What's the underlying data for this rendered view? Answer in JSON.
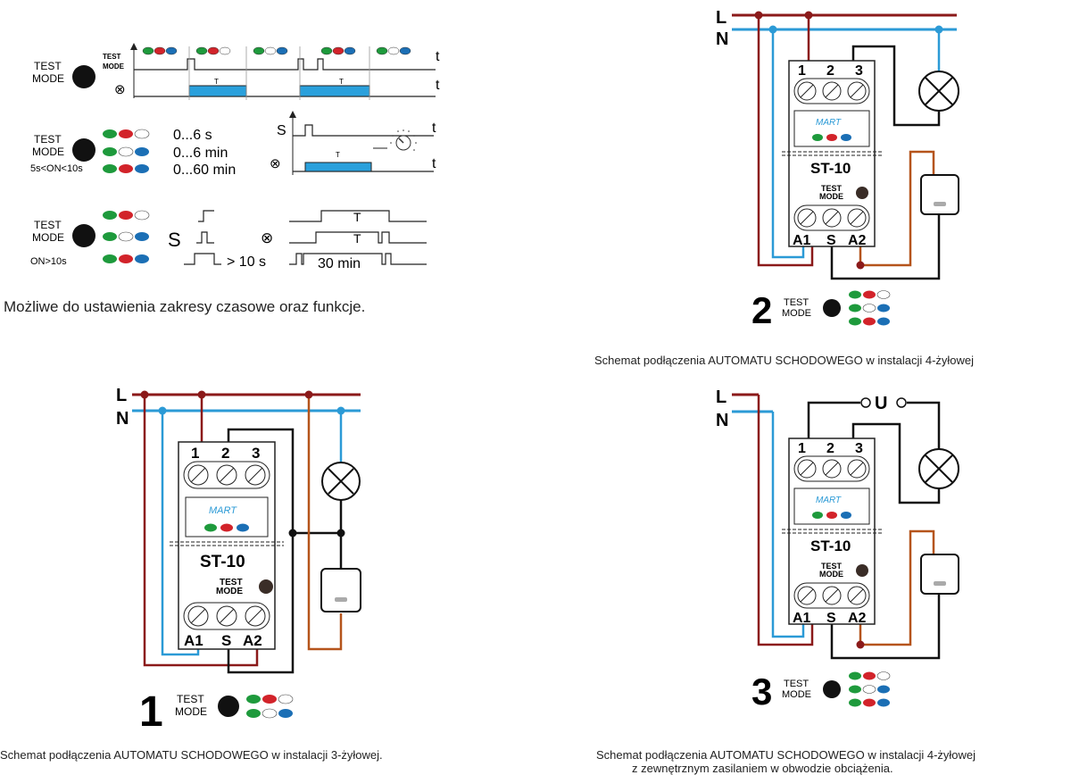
{
  "colors": {
    "live": "#8b1a1a",
    "neutral": "#2b9ad6",
    "load": "#b5541b",
    "wire": "#111111",
    "led_green": "#1e9a3c",
    "led_red": "#d2232a",
    "led_blue": "#1b6fb5",
    "led_off": "#ffffff",
    "pulse_fill": "#2aa0dc"
  },
  "labels": {
    "L": "L",
    "N": "N",
    "test": "TEST",
    "mode": "MODE",
    "test_mode_lines": [
      "TEST",
      "MODE"
    ],
    "terminals_top": [
      "1",
      "2",
      "3"
    ],
    "terminals_bottom": [
      "A1",
      "S",
      "A2"
    ],
    "model": "ST-10",
    "brand": "MART",
    "t": "t",
    "T": "T",
    "S": "S",
    "U": "U",
    "lamp_symbol": "⊗"
  },
  "functions": {
    "row1": {
      "test": "TEST",
      "mode": "MODE"
    },
    "row2": {
      "test": "TEST",
      "mode": "MODE",
      "condition": "5s<ON<10s",
      "ranges": [
        "0...6 s",
        "0...6 min",
        "0...60 min"
      ]
    },
    "row3": {
      "test": "TEST",
      "mode": "MODE",
      "condition": "ON>10s",
      "gt10": "> 10 s",
      "thirty": "30 min"
    },
    "note": "Możliwe do ustawienia  zakresy czasowe oraz funkcje."
  },
  "schemes": [
    {
      "number": "1",
      "caption": "Schemat podłączenia AUTOMATU SCHODOWEGO w instalacji 3-żyłowej."
    },
    {
      "number": "2",
      "caption": "Schemat podłączenia AUTOMATU SCHODOWEGO w instalacji 4-żyłowej"
    },
    {
      "number": "3",
      "caption": "Schemat podłączenia AUTOMATU SCHODOWEGO w instalacji 4-żyłowej",
      "caption_line2": "z zewnętrznym zasilaniem w  obwodzie obciążenia."
    }
  ]
}
